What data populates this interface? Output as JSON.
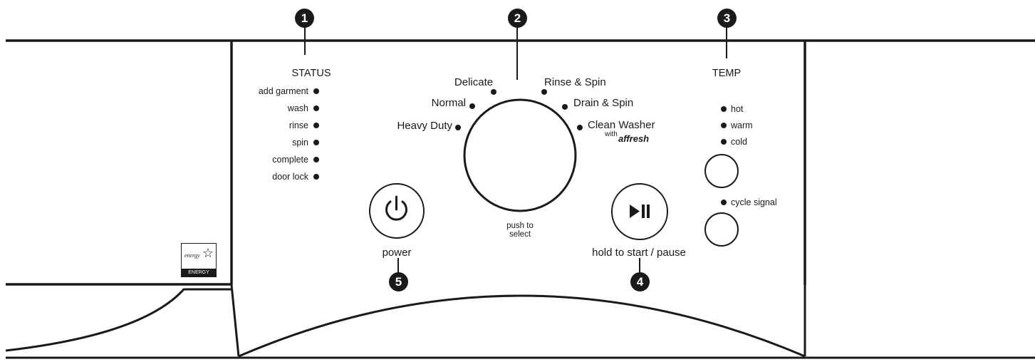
{
  "badges": {
    "b1": "1",
    "b2": "2",
    "b3": "3",
    "b4": "4",
    "b5": "5"
  },
  "status": {
    "heading": "STATUS",
    "items": [
      "add garment",
      "wash",
      "rinse",
      "spin",
      "complete",
      "door lock"
    ]
  },
  "dial": {
    "cycles": [
      "Heavy Duty",
      "Normal",
      "Delicate",
      "Rinse & Spin",
      "Drain & Spin",
      "Clean Washer"
    ],
    "with_text": "with",
    "brand_text": "affresh",
    "push_line1": "push to",
    "push_line2": "select"
  },
  "temp": {
    "heading": "TEMP",
    "options": [
      "hot",
      "warm",
      "cold"
    ]
  },
  "cycle_signal": "cycle signal",
  "power": {
    "label": "power",
    "icon": "power-icon"
  },
  "start_pause": {
    "label": "hold to start / pause",
    "icon": "play-pause-icon"
  },
  "energy_star": {
    "script_text": "energy",
    "band_text": "ENERGY STAR"
  },
  "colors": {
    "ink": "#1a1a1a",
    "background": "#ffffff"
  }
}
